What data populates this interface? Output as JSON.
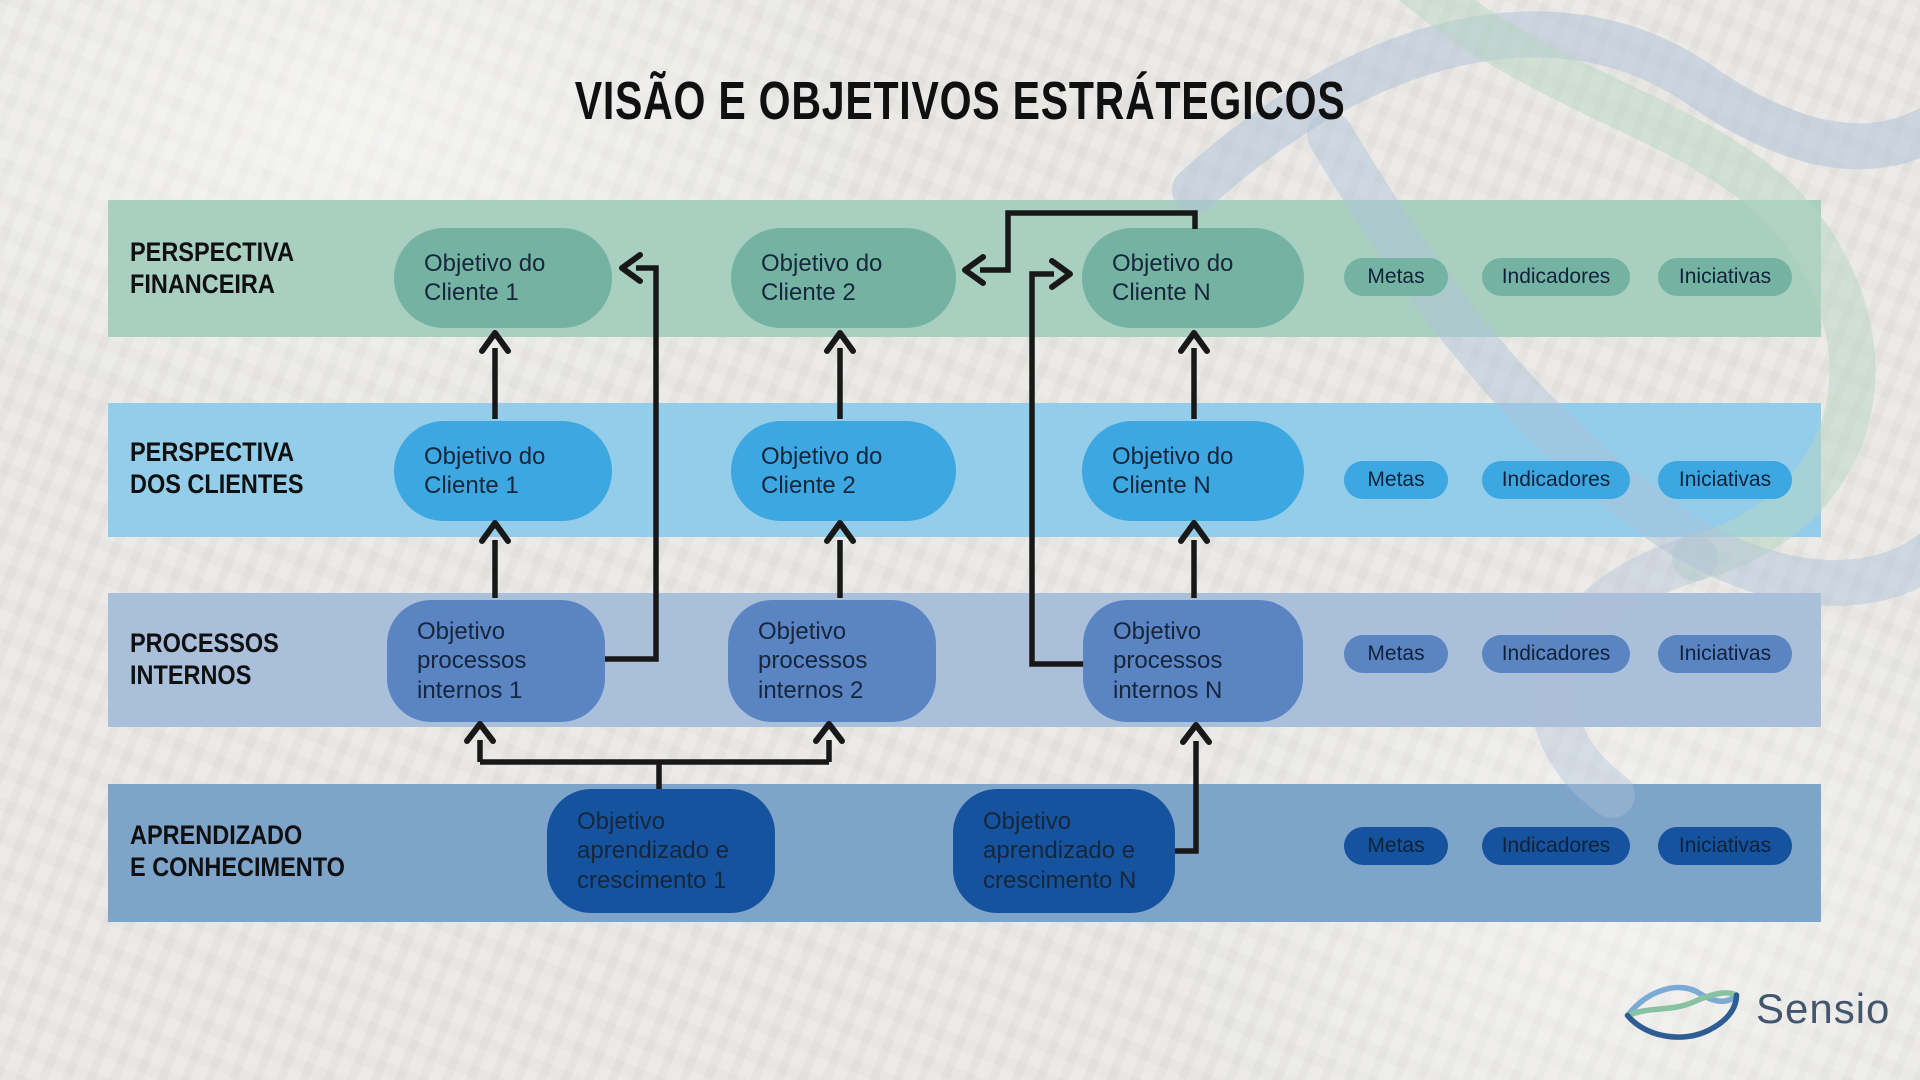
{
  "title": "VISÃO E OBJETIVOS ESTRÁTEGICOS",
  "colors": {
    "background": "#eae9e6",
    "arrow": "#181818",
    "title_text": "#101010",
    "band_label_text": "#101010",
    "box_text": "#16263c",
    "logo_text": "#44566d",
    "watermark_blue": "#aec0d6",
    "watermark_green": "#b7d6c2"
  },
  "rows": [
    {
      "id": "perspectiva-financeira",
      "label": "PERSPECTIVA\nFINANCEIRA",
      "band_color": "#a9cfc0",
      "box_color": "#74b3a2",
      "boxes": [
        "Objetivo do\nCliente 1",
        "Objetivo do\nCliente 2",
        "Objetivo do\nCliente N"
      ],
      "pills": [
        "Metas",
        "Indicadores",
        "Iniciativas"
      ]
    },
    {
      "id": "perspectiva-dos-clientes",
      "label": "PERSPECTIVA\nDOS CLIENTES",
      "band_color": "#94cdea",
      "box_color": "#3ca7e0",
      "boxes": [
        "Objetivo do\nCliente 1",
        "Objetivo do\nCliente 2",
        "Objetivo do\nCliente N"
      ],
      "pills": [
        "Metas",
        "Indicadores",
        "Iniciativas"
      ]
    },
    {
      "id": "processos-internos",
      "label": "PROCESSOS\nINTERNOS",
      "band_color": "#a9bfda",
      "box_color": "#5b84c3",
      "boxes": [
        "Objetivo\nprocessos\ninternos 1",
        "Objetivo\nprocessos\ninternos 2",
        "Objetivo\nprocessos\ninternos N"
      ],
      "pills": [
        "Metas",
        "Indicadores",
        "Iniciativas"
      ]
    },
    {
      "id": "aprendizado-e-conhecimento",
      "label": "APRENDIZADO\nE CONHECIMENTO",
      "band_color": "#7ea4ca",
      "box_color": "#15539f",
      "boxes": [
        "Objetivo\naprendizado e\ncrescimento 1",
        "Objetivo\naprendizado e\ncrescimento N"
      ],
      "pills": [
        "Metas",
        "Indicadores",
        "Iniciativas"
      ]
    }
  ],
  "logo": {
    "text": "Sensio"
  }
}
